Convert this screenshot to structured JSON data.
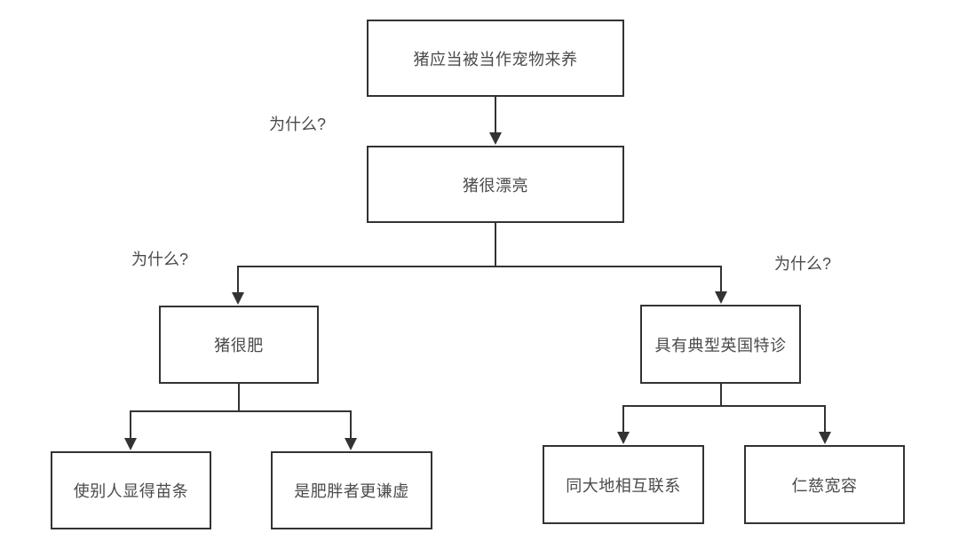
{
  "diagram": {
    "background_color": "#ffffff",
    "line_color": "#333333",
    "text_color": "#4a4a4a",
    "nodes": {
      "root": {
        "label": "猪应当被当作宠物来养"
      },
      "reason": {
        "label": "猪很漂亮"
      },
      "branch_left": {
        "label": "猪很肥"
      },
      "branch_right": {
        "label": "具有典型英国特诊"
      },
      "left_child1": {
        "label": "使别人显得苗条"
      },
      "left_child2": {
        "label": "是肥胖者更谦虚"
      },
      "right_child1": {
        "label": "同大地相互联系"
      },
      "right_child2": {
        "label": "仁慈宽容"
      }
    },
    "edge_labels": {
      "why1": "为什么?",
      "why2": "为什么?",
      "why3": "为什么?"
    }
  }
}
